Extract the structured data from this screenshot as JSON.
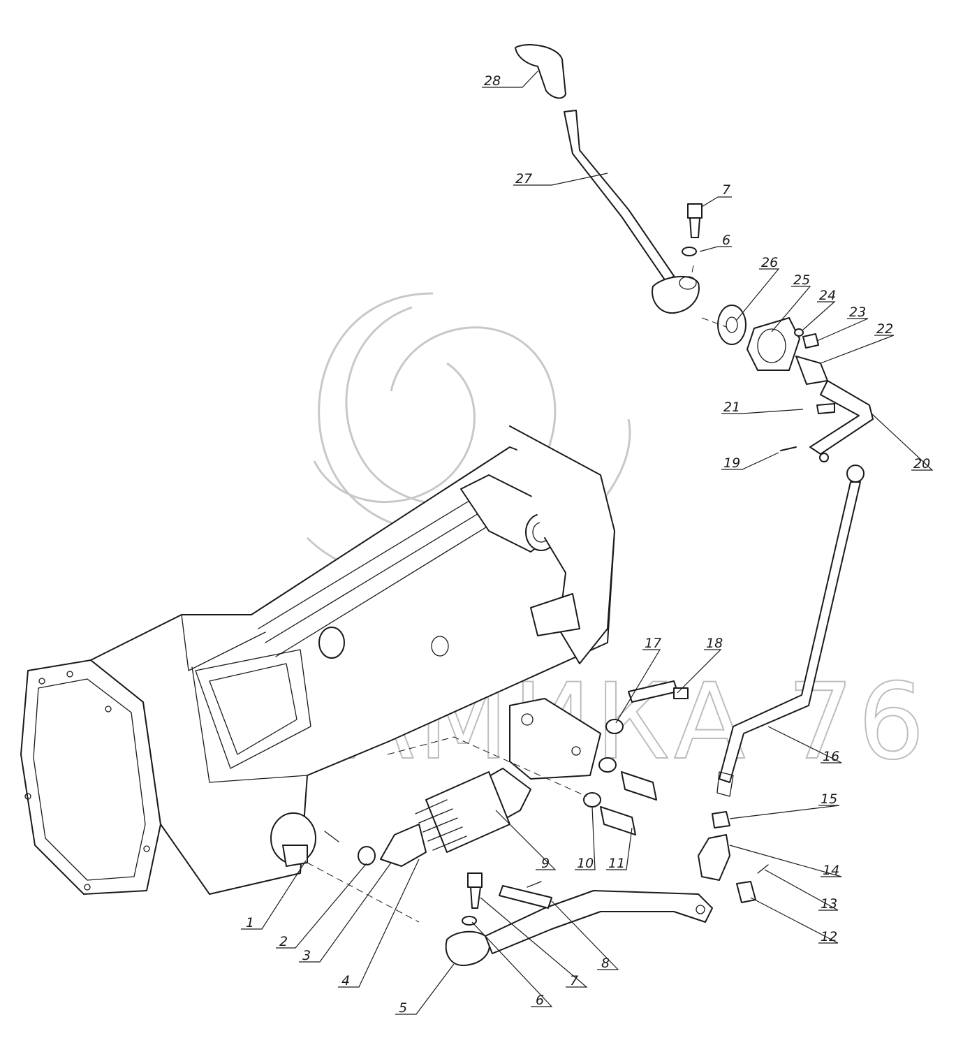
{
  "watermark": {
    "text": "ДИНАМИКА 76"
  },
  "callouts": [
    {
      "id": "c28",
      "label": "28"
    },
    {
      "id": "c27",
      "label": "27"
    },
    {
      "id": "c7a",
      "label": "7"
    },
    {
      "id": "c6a",
      "label": "6"
    },
    {
      "id": "c26",
      "label": "26"
    },
    {
      "id": "c25",
      "label": "25"
    },
    {
      "id": "c24",
      "label": "24"
    },
    {
      "id": "c23",
      "label": "23"
    },
    {
      "id": "c22",
      "label": "22"
    },
    {
      "id": "c21",
      "label": "21"
    },
    {
      "id": "c19",
      "label": "19"
    },
    {
      "id": "c20",
      "label": "20"
    },
    {
      "id": "c17",
      "label": "17"
    },
    {
      "id": "c18",
      "label": "18"
    },
    {
      "id": "c16",
      "label": "16"
    },
    {
      "id": "c15",
      "label": "15"
    },
    {
      "id": "c14",
      "label": "14"
    },
    {
      "id": "c13",
      "label": "13"
    },
    {
      "id": "c12",
      "label": "12"
    },
    {
      "id": "c9",
      "label": "9"
    },
    {
      "id": "c10",
      "label": "10"
    },
    {
      "id": "c11",
      "label": "11"
    },
    {
      "id": "c1",
      "label": "1"
    },
    {
      "id": "c2",
      "label": "2"
    },
    {
      "id": "c3",
      "label": "3"
    },
    {
      "id": "c4",
      "label": "4"
    },
    {
      "id": "c5",
      "label": "5"
    },
    {
      "id": "c6b",
      "label": "6"
    },
    {
      "id": "c7b",
      "label": "7"
    },
    {
      "id": "c8",
      "label": "8"
    }
  ]
}
